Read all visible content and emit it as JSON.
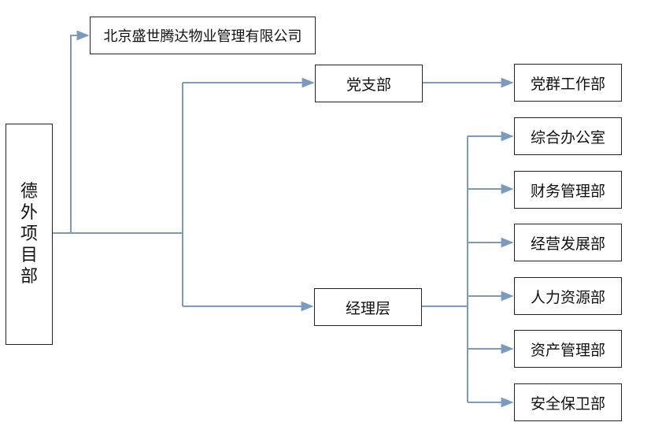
{
  "colors": {
    "connector": "#7a9bbf",
    "border": "#222222"
  },
  "root": {
    "label": "德外项目部"
  },
  "company": {
    "label": "北京盛世腾达物业管理有限公司"
  },
  "party_branch": {
    "label": "党支部"
  },
  "party_work": {
    "label": "党群工作部"
  },
  "management": {
    "label": "经理层"
  },
  "departments": [
    {
      "label": "综合办公室"
    },
    {
      "label": "财务管理部"
    },
    {
      "label": "经营发展部"
    },
    {
      "label": "人力资源部"
    },
    {
      "label": "资产管理部"
    },
    {
      "label": "安全保卫部"
    }
  ]
}
